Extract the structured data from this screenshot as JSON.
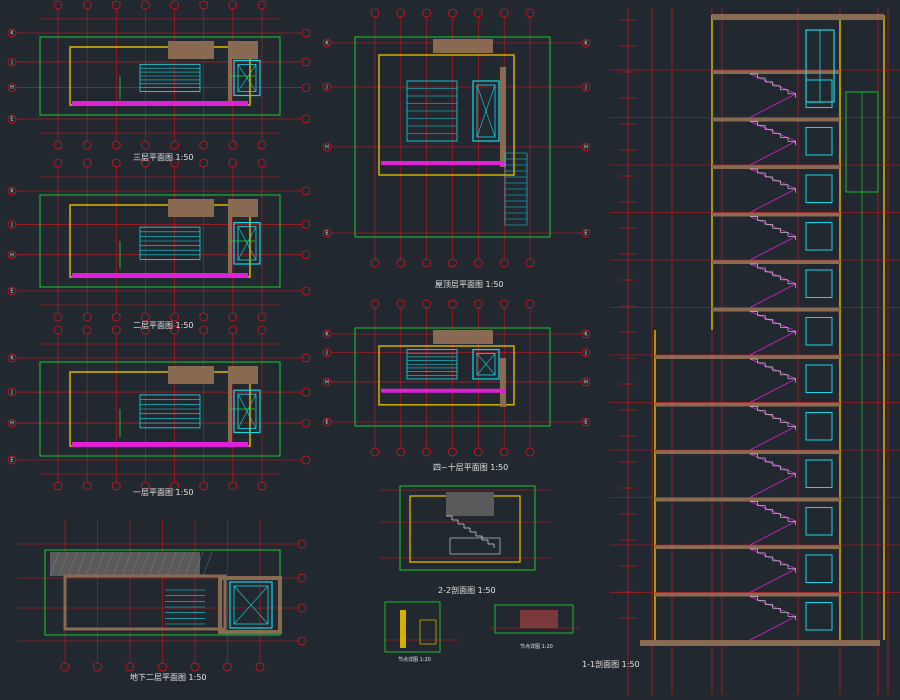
{
  "colors": {
    "background": "#212830",
    "axis_red": "#e8141c",
    "boundary_green": "#18e030",
    "wall_yellow": "#d4b000",
    "wall_brown": "#8a6a50",
    "cyan": "#18d8e8",
    "magenta": "#e020d8",
    "label_white": "#e6e6e6"
  },
  "drawings": {
    "plan_3f": {
      "title": "三层平面图 1:50"
    },
    "plan_2f": {
      "title": "二层平面图 1:50"
    },
    "plan_1f": {
      "title": "一层平面图 1:50"
    },
    "plan_b2": {
      "title": "地下二层平面图 1:50"
    },
    "plan_roof": {
      "title": "屋顶层平面图 1:50"
    },
    "plan_4_10": {
      "title": "四~十层平面图 1:50"
    },
    "section_2_2": {
      "title": "2-2剖面图 1:50"
    },
    "detail_a": {
      "title": "节点详图 1:20"
    },
    "detail_b": {
      "title": "节点详图 1:20"
    },
    "section_1_1": {
      "title": "1-1剖面图 1:50"
    }
  },
  "axis_labels": {
    "rows_plan": [
      "K",
      "J",
      "H",
      "E"
    ],
    "rows_roof": [
      "K",
      "J",
      "H",
      "E"
    ]
  },
  "section_floors": 12
}
